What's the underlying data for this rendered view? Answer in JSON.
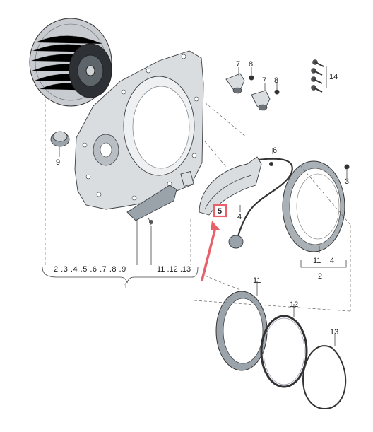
{
  "diagram": {
    "callouts": {
      "c1": "1",
      "c2": "2",
      "c3": "3",
      "c4a": "4",
      "c4b": "4",
      "c5": "5",
      "c6": "6",
      "c7a": "7",
      "c7b": "7",
      "c8a": "8",
      "c8b": "8",
      "c9": "9",
      "c11a": "11",
      "c11b": "11",
      "c12": "12",
      "c13": "13",
      "c14": "14"
    },
    "group_labels": {
      "g1": "2 .3 .4 .5 .6 .7 .8 .9",
      "g2": "11 .12 .13"
    },
    "highlight": {
      "label": "5",
      "color": "#e8606a"
    }
  }
}
